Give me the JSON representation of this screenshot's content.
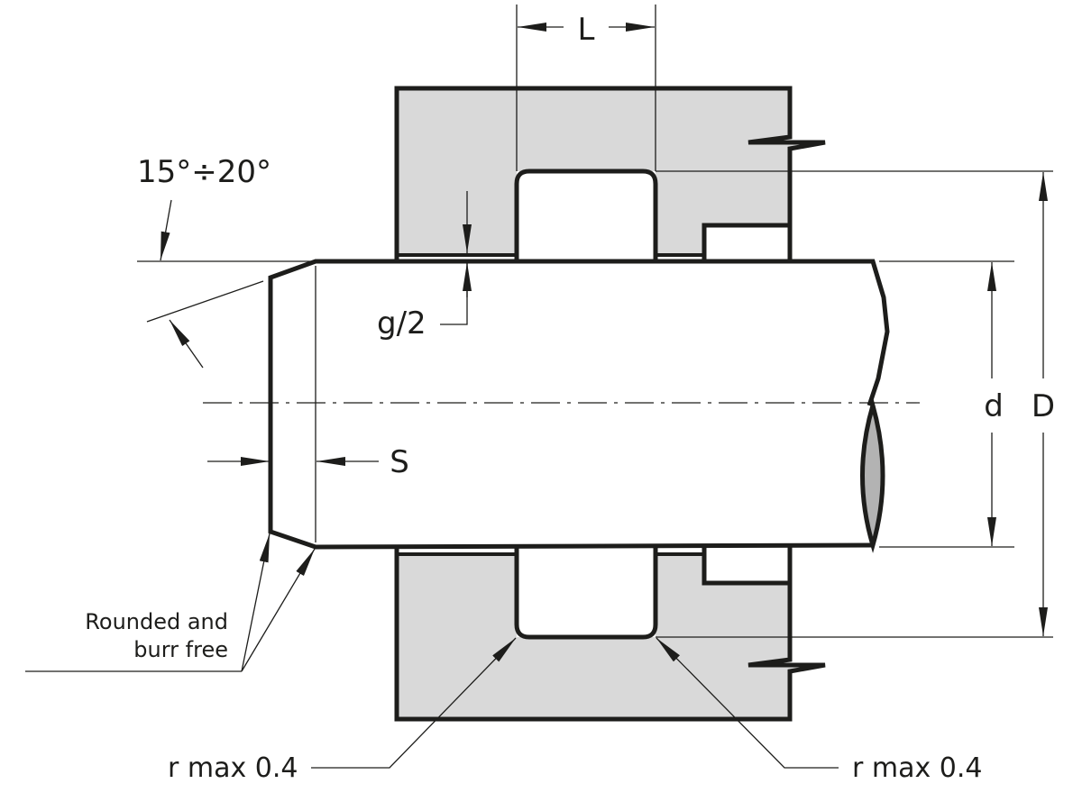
{
  "labels": {
    "L": "L",
    "angle": "15°÷20°",
    "g2": "g/2",
    "d": "d",
    "D": "D",
    "S": "S",
    "rounded_line1": "Rounded and",
    "rounded_line2": "burr free",
    "r_left": "r max 0.4",
    "r_right": "r max 0.4"
  },
  "colors": {
    "housing": "#d9d9d9",
    "shaft_section": "#b3b3b3",
    "line": "#1d1d1b"
  }
}
